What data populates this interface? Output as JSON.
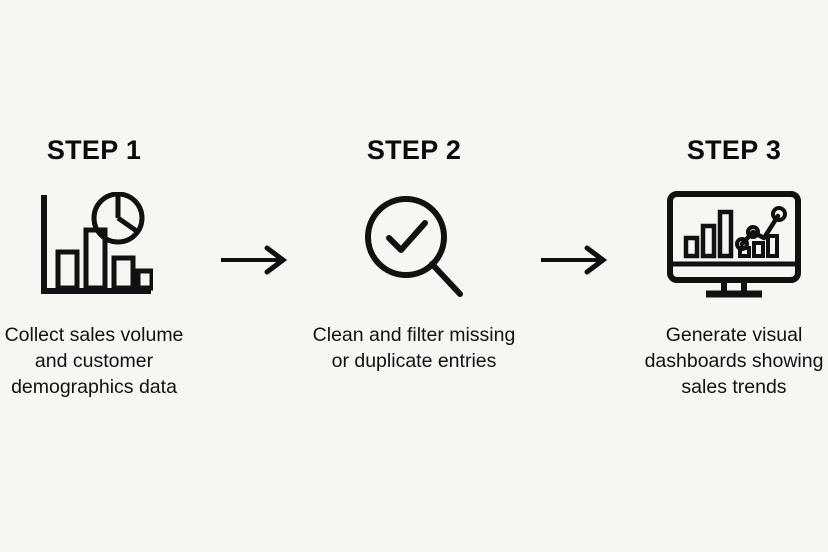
{
  "background_color": "#F7F6F3",
  "ink_color": "#111111",
  "diagram": {
    "type": "process-flow",
    "orientation": "horizontal",
    "step_count": 3,
    "steps": [
      {
        "title": "STEP 1",
        "icon": "bar-pie-chart-icon",
        "caption": "Collect sales volume and customer demographics data"
      },
      {
        "title": "STEP 2",
        "icon": "magnifier-check-icon",
        "caption": "Clean and filter missing or duplicate entries"
      },
      {
        "title": "STEP 3",
        "icon": "monitor-dashboard-icon",
        "caption": "Generate visual dashboards showing sales trends"
      }
    ],
    "connectors": [
      {
        "icon": "arrow-right-icon"
      },
      {
        "icon": "arrow-right-icon"
      }
    ]
  }
}
